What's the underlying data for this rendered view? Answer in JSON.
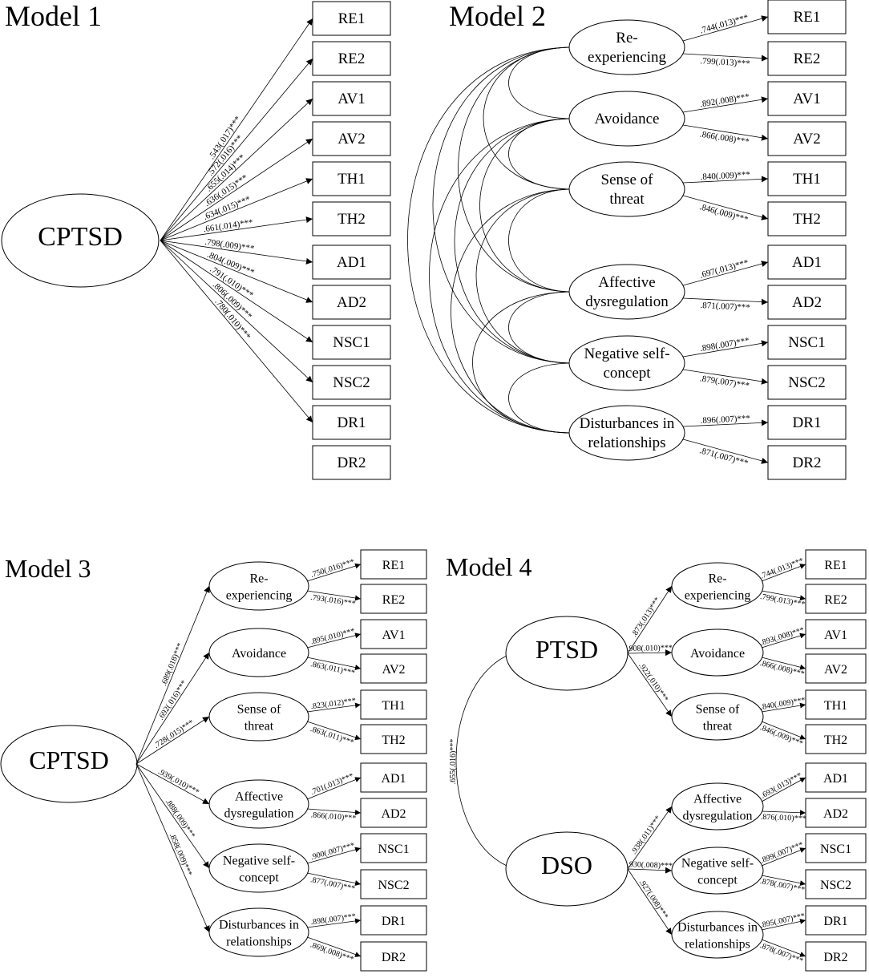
{
  "models": [
    {
      "title": "Model 1",
      "general": [
        {
          "id": "g",
          "label": "CPTSD"
        }
      ],
      "factors": [],
      "indicators": [
        "RE1",
        "RE2",
        "AV1",
        "AV2",
        "TH1",
        "TH2",
        "AD1",
        "AD2",
        "NSC1",
        "NSC2",
        "DR1",
        "DR2"
      ],
      "loadings": [
        {
          "indicator": 0,
          "label": ".543(.017)***"
        },
        {
          "indicator": 1,
          "label": ".572(.016)***"
        },
        {
          "indicator": 2,
          "label": ".655(.014)***"
        },
        {
          "indicator": 3,
          "label": ".636(.015)***"
        },
        {
          "indicator": 4,
          "label": ".634(.015)***"
        },
        {
          "indicator": 5,
          "label": ".661(.014)***"
        },
        {
          "indicator": 6,
          "label": ".798(.009)***"
        },
        {
          "indicator": 7,
          "label": ".804(.009)***"
        },
        {
          "indicator": 8,
          "label": ".791(.010)***"
        },
        {
          "indicator": 9,
          "label": ".806(.009)***"
        },
        {
          "indicator": 10,
          "label": ".780(.010)***"
        }
      ]
    },
    {
      "title": "Model 2",
      "general": [],
      "factors": [
        {
          "lines": [
            "Re-",
            "experiencing"
          ],
          "loadings": [
            ".744(.013)***",
            ".799(.013)***"
          ]
        },
        {
          "lines": [
            "Avoidance"
          ],
          "loadings": [
            ".892(.008)***",
            ".866(.008)***"
          ]
        },
        {
          "lines": [
            "Sense of",
            "threat"
          ],
          "loadings": [
            ".840(.009)***",
            ".846(.009)***"
          ]
        },
        {
          "lines": [
            "Affective",
            "dysregulation"
          ],
          "loadings": [
            ".697(.013)***",
            ".871(.007)***"
          ]
        },
        {
          "lines": [
            "Negative self-",
            "concept"
          ],
          "loadings": [
            ".898(.007)***",
            ".879(.007)***"
          ]
        },
        {
          "lines": [
            "Disturbances in",
            "relationships"
          ],
          "loadings": [
            ".896(.007)***",
            ".871(.007)***"
          ]
        }
      ],
      "indicators": [
        "RE1",
        "RE2",
        "AV1",
        "AV2",
        "TH1",
        "TH2",
        "AD1",
        "AD2",
        "NSC1",
        "NSC2",
        "DR1",
        "DR2"
      ]
    },
    {
      "title": "Model 3",
      "general": [
        {
          "id": "g",
          "label": "CPTSD"
        }
      ],
      "second_order": [
        ".689(.018)***",
        ".692(.016)***",
        ".728(.015)***",
        ".939(.010)***",
        ".888(.009)***",
        ".858(.009)***"
      ],
      "factors": [
        {
          "lines": [
            "Re-",
            "experiencing"
          ],
          "loadings": [
            ".750(.016)***",
            ".793(.016)***"
          ]
        },
        {
          "lines": [
            "Avoidance"
          ],
          "loadings": [
            ".895(.010)***",
            ".863(.011)***"
          ]
        },
        {
          "lines": [
            "Sense of",
            "threat"
          ],
          "loadings": [
            ".823(.012)***",
            ".863(.011)***"
          ]
        },
        {
          "lines": [
            "Affective",
            "dysregulation"
          ],
          "loadings": [
            ".701(.013)***",
            ".866(.010)***"
          ]
        },
        {
          "lines": [
            "Negative self-",
            "concept"
          ],
          "loadings": [
            ".900(.007)***",
            ".877(.007)***"
          ]
        },
        {
          "lines": [
            "Disturbances in",
            "relationships"
          ],
          "loadings": [
            ".898(.007)***",
            ".869(.008)***"
          ]
        }
      ],
      "indicators": [
        "RE1",
        "RE2",
        "AV1",
        "AV2",
        "TH1",
        "TH2",
        "AD1",
        "AD2",
        "NSC1",
        "NSC2",
        "DR1",
        "DR2"
      ]
    },
    {
      "title": "Model 4",
      "general": [
        {
          "id": "ptsd",
          "label": "PTSD"
        },
        {
          "id": "dso",
          "label": "DSO"
        }
      ],
      "correlation": ".655(.016)***",
      "second_order": [
        ".873(.013)***",
        ".908(.010)***",
        ".922(.010)***",
        ".938(.011)***",
        ".930(.008)***",
        ".927(.008)***"
      ],
      "factors": [
        {
          "lines": [
            "Re-",
            "experiencing"
          ],
          "loadings": [
            ".744(.013)***",
            ".799(.013)***"
          ]
        },
        {
          "lines": [
            "Avoidance"
          ],
          "loadings": [
            ".893(.008)***",
            ".866(.008)***"
          ]
        },
        {
          "lines": [
            "Sense of",
            "threat"
          ],
          "loadings": [
            ".840(.009)***",
            ".846(.009)***"
          ]
        },
        {
          "lines": [
            "Affective",
            "dysregulation"
          ],
          "loadings": [
            ".693(.013)***",
            ".876(.010)***"
          ]
        },
        {
          "lines": [
            "Negative self-",
            "concept"
          ],
          "loadings": [
            ".899(.007)***",
            ".878(.007)***"
          ]
        },
        {
          "lines": [
            "Disturbances in",
            "relationships"
          ],
          "loadings": [
            ".895(.007)***",
            ".878(.007)***"
          ]
        }
      ],
      "indicators": [
        "RE1",
        "RE2",
        "AV1",
        "AV2",
        "TH1",
        "TH2",
        "AD1",
        "AD2",
        "NSC1",
        "NSC2",
        "DR1",
        "DR2"
      ]
    }
  ]
}
